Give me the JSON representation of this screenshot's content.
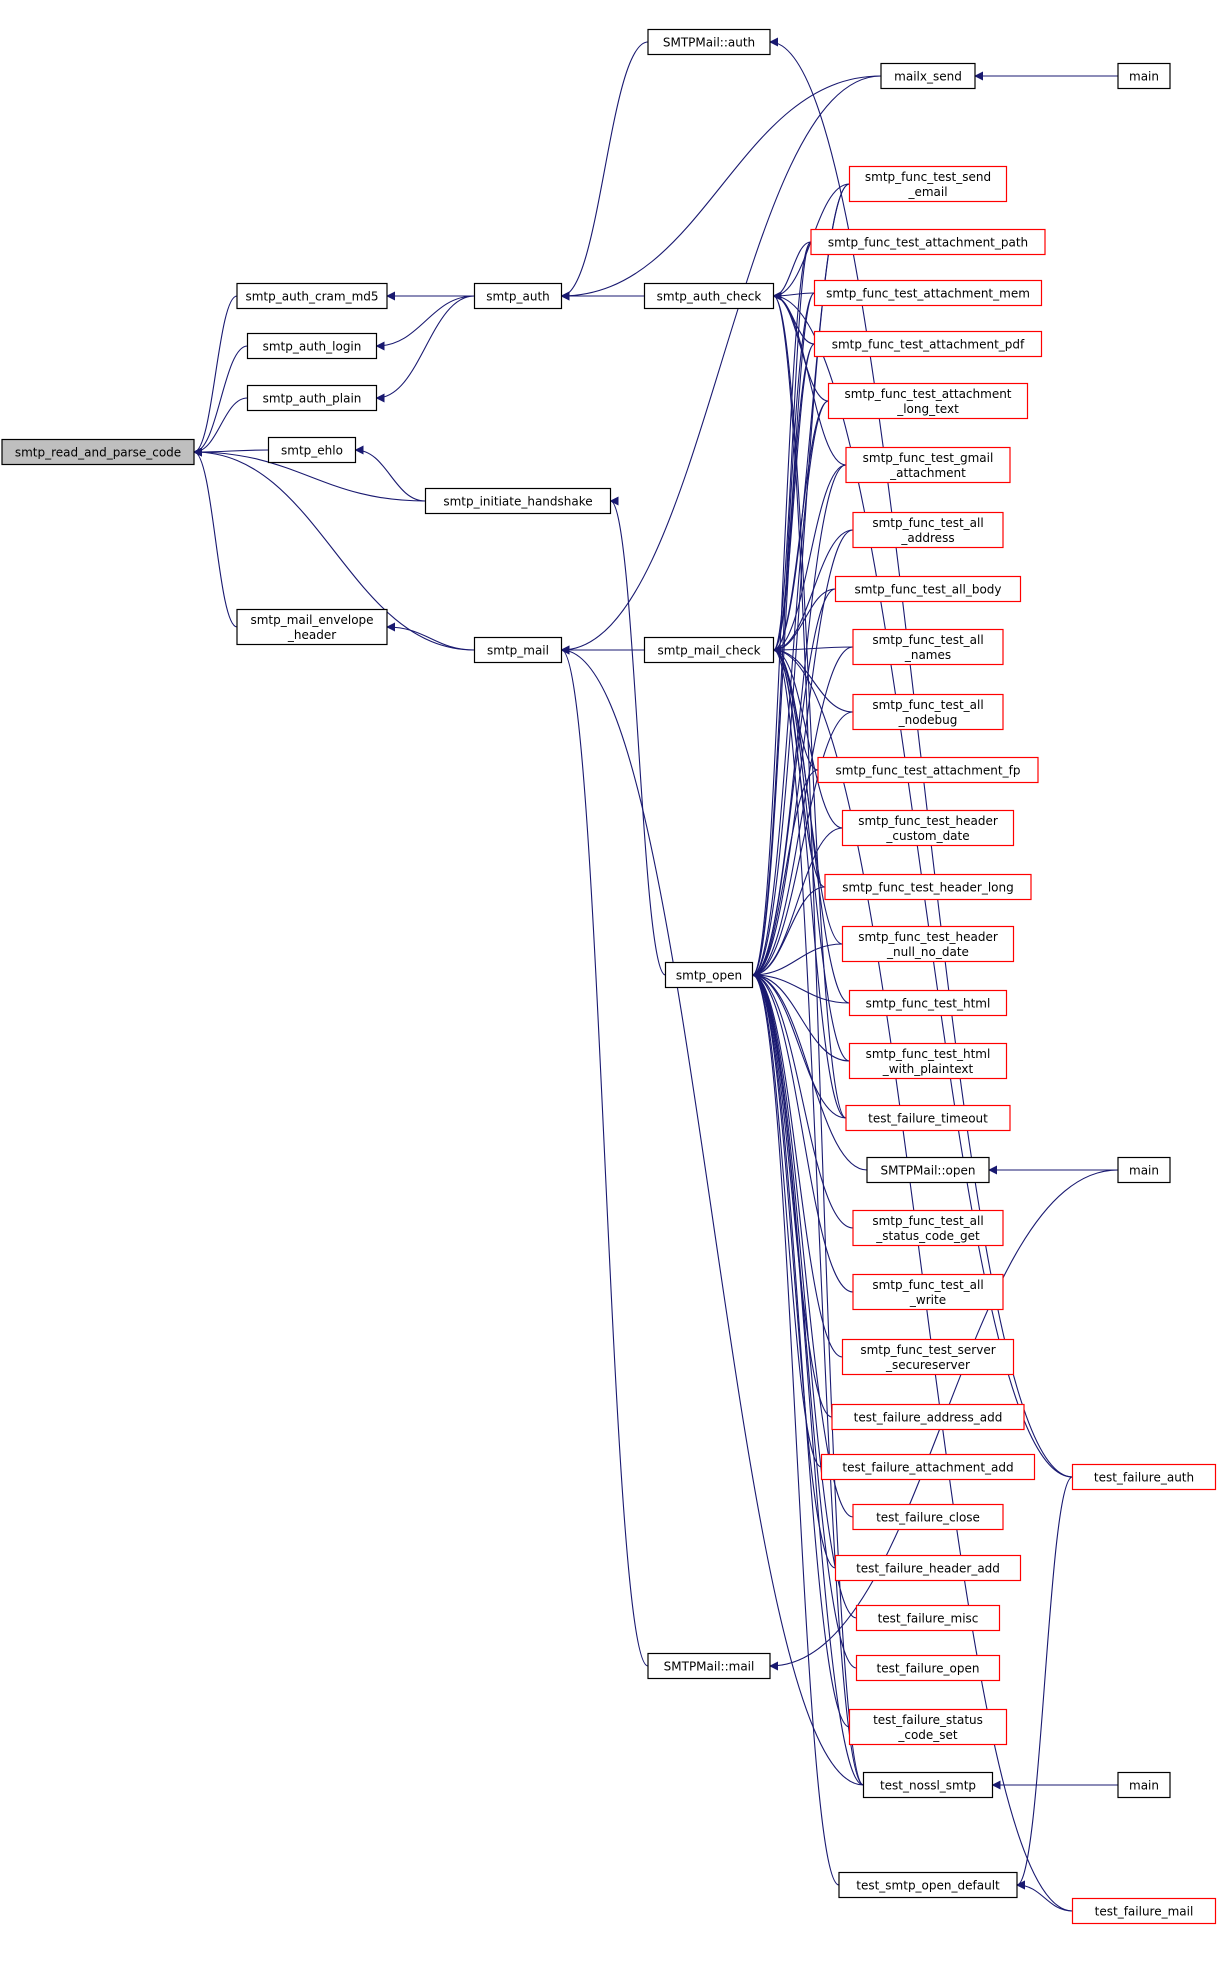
{
  "colors": {
    "edge": "#191970",
    "node_border": "#000000",
    "node_red_border": "#ff0000",
    "node_fill": "#ffffff",
    "root_fill": "#bfbfbf",
    "text": "#000000"
  },
  "nodes": [
    {
      "id": "root",
      "lines": [
        "smtp_read_and_parse_code"
      ],
      "style": "root"
    },
    {
      "id": "cram",
      "lines": [
        "smtp_auth_cram_md5"
      ],
      "style": "black"
    },
    {
      "id": "login",
      "lines": [
        "smtp_auth_login"
      ],
      "style": "black"
    },
    {
      "id": "plain",
      "lines": [
        "smtp_auth_plain"
      ],
      "style": "black"
    },
    {
      "id": "ehlo",
      "lines": [
        "smtp_ehlo"
      ],
      "style": "black"
    },
    {
      "id": "handshake",
      "lines": [
        "smtp_initiate_handshake"
      ],
      "style": "black"
    },
    {
      "id": "envelope",
      "lines": [
        "smtp_mail_envelope",
        "_header"
      ],
      "style": "black"
    },
    {
      "id": "auth",
      "lines": [
        "smtp_auth"
      ],
      "style": "black"
    },
    {
      "id": "mail",
      "lines": [
        "smtp_mail"
      ],
      "style": "black"
    },
    {
      "id": "authcheck",
      "lines": [
        "smtp_auth_check"
      ],
      "style": "black"
    },
    {
      "id": "mailcheck",
      "lines": [
        "smtp_mail_check"
      ],
      "style": "black"
    },
    {
      "id": "open",
      "lines": [
        "smtp_open"
      ],
      "style": "black"
    },
    {
      "id": "mauth",
      "lines": [
        "SMTPMail::auth"
      ],
      "style": "black"
    },
    {
      "id": "mmail",
      "lines": [
        "SMTPMail::mail"
      ],
      "style": "black"
    },
    {
      "id": "mailx",
      "lines": [
        "mailx_send"
      ],
      "style": "black"
    },
    {
      "id": "sendemail",
      "lines": [
        "smtp_func_test_send",
        "_email"
      ],
      "style": "red"
    },
    {
      "id": "attpath",
      "lines": [
        "smtp_func_test_attachment_path"
      ],
      "style": "red"
    },
    {
      "id": "attmem",
      "lines": [
        "smtp_func_test_attachment_mem"
      ],
      "style": "red"
    },
    {
      "id": "attpdf",
      "lines": [
        "smtp_func_test_attachment_pdf"
      ],
      "style": "red"
    },
    {
      "id": "attlong",
      "lines": [
        "smtp_func_test_attachment",
        "_long_text"
      ],
      "style": "red"
    },
    {
      "id": "gmail",
      "lines": [
        "smtp_func_test_gmail",
        "_attachment"
      ],
      "style": "red"
    },
    {
      "id": "alladdr",
      "lines": [
        "smtp_func_test_all",
        "_address"
      ],
      "style": "red"
    },
    {
      "id": "allbody",
      "lines": [
        "smtp_func_test_all_body"
      ],
      "style": "red"
    },
    {
      "id": "allnames",
      "lines": [
        "smtp_func_test_all",
        "_names"
      ],
      "style": "red"
    },
    {
      "id": "allnodebug",
      "lines": [
        "smtp_func_test_all",
        "_nodebug"
      ],
      "style": "red"
    },
    {
      "id": "attfp",
      "lines": [
        "smtp_func_test_attachment_fp"
      ],
      "style": "red"
    },
    {
      "id": "hdrcustom",
      "lines": [
        "smtp_func_test_header",
        "_custom_date"
      ],
      "style": "red"
    },
    {
      "id": "hdrlong",
      "lines": [
        "smtp_func_test_header_long"
      ],
      "style": "red"
    },
    {
      "id": "hdrnull",
      "lines": [
        "smtp_func_test_header",
        "_null_no_date"
      ],
      "style": "red"
    },
    {
      "id": "html",
      "lines": [
        "smtp_func_test_html"
      ],
      "style": "red"
    },
    {
      "id": "htmlplain",
      "lines": [
        "smtp_func_test_html",
        "_with_plaintext"
      ],
      "style": "red"
    },
    {
      "id": "timeout",
      "lines": [
        "test_failure_timeout"
      ],
      "style": "red"
    },
    {
      "id": "mopen",
      "lines": [
        "SMTPMail::open"
      ],
      "style": "black"
    },
    {
      "id": "statusget",
      "lines": [
        "smtp_func_test_all",
        "_status_code_get"
      ],
      "style": "red"
    },
    {
      "id": "allwrite",
      "lines": [
        "smtp_func_test_all",
        "_write"
      ],
      "style": "red"
    },
    {
      "id": "secure",
      "lines": [
        "smtp_func_test_server",
        "_secureserver"
      ],
      "style": "red"
    },
    {
      "id": "addradd",
      "lines": [
        "test_failure_address_add"
      ],
      "style": "red"
    },
    {
      "id": "attadd",
      "lines": [
        "test_failure_attachment_add"
      ],
      "style": "red"
    },
    {
      "id": "close",
      "lines": [
        "test_failure_close"
      ],
      "style": "red"
    },
    {
      "id": "hdradd",
      "lines": [
        "test_failure_header_add"
      ],
      "style": "red"
    },
    {
      "id": "misc",
      "lines": [
        "test_failure_misc"
      ],
      "style": "red"
    },
    {
      "id": "fopen",
      "lines": [
        "test_failure_open"
      ],
      "style": "red"
    },
    {
      "id": "statusset",
      "lines": [
        "test_failure_status",
        "_code_set"
      ],
      "style": "red"
    },
    {
      "id": "nossl",
      "lines": [
        "test_nossl_smtp"
      ],
      "style": "black"
    },
    {
      "id": "opendef",
      "lines": [
        "test_smtp_open_default"
      ],
      "style": "black"
    },
    {
      "id": "main1",
      "lines": [
        "main"
      ],
      "style": "black"
    },
    {
      "id": "main2",
      "lines": [
        "main"
      ],
      "style": "black"
    },
    {
      "id": "main3",
      "lines": [
        "main"
      ],
      "style": "black"
    },
    {
      "id": "fauth",
      "lines": [
        "test_failure_auth"
      ],
      "style": "red"
    },
    {
      "id": "fmail",
      "lines": [
        "test_failure_mail"
      ],
      "style": "red"
    }
  ],
  "edges": [
    [
      "root",
      "cram"
    ],
    [
      "root",
      "login"
    ],
    [
      "root",
      "plain"
    ],
    [
      "root",
      "ehlo"
    ],
    [
      "root",
      "handshake"
    ],
    [
      "root",
      "envelope"
    ],
    [
      "root",
      "mail"
    ],
    [
      "cram",
      "auth"
    ],
    [
      "login",
      "auth"
    ],
    [
      "plain",
      "auth"
    ],
    [
      "ehlo",
      "handshake"
    ],
    [
      "envelope",
      "mail"
    ],
    [
      "auth",
      "authcheck"
    ],
    [
      "auth",
      "mauth"
    ],
    [
      "auth",
      "mailx"
    ],
    [
      "handshake",
      "open"
    ],
    [
      "mail",
      "mailcheck"
    ],
    [
      "mail",
      "mmail"
    ],
    [
      "mail",
      "mailx"
    ],
    [
      "mail",
      "nossl"
    ],
    [
      "authcheck",
      "sendemail"
    ],
    [
      "authcheck",
      "attpath"
    ],
    [
      "authcheck",
      "attmem"
    ],
    [
      "authcheck",
      "attpdf"
    ],
    [
      "authcheck",
      "attlong"
    ],
    [
      "authcheck",
      "gmail"
    ],
    [
      "authcheck",
      "timeout"
    ],
    [
      "authcheck",
      "nossl"
    ],
    [
      "authcheck",
      "fauth"
    ],
    [
      "mailcheck",
      "sendemail"
    ],
    [
      "mailcheck",
      "attpath"
    ],
    [
      "mailcheck",
      "attmem"
    ],
    [
      "mailcheck",
      "attpdf"
    ],
    [
      "mailcheck",
      "attlong"
    ],
    [
      "mailcheck",
      "gmail"
    ],
    [
      "mailcheck",
      "alladdr"
    ],
    [
      "mailcheck",
      "allbody"
    ],
    [
      "mailcheck",
      "allnames"
    ],
    [
      "mailcheck",
      "allnodebug"
    ],
    [
      "mailcheck",
      "attfp"
    ],
    [
      "mailcheck",
      "hdrcustom"
    ],
    [
      "mailcheck",
      "hdrlong"
    ],
    [
      "mailcheck",
      "hdrnull"
    ],
    [
      "mailcheck",
      "html"
    ],
    [
      "mailcheck",
      "htmlplain"
    ],
    [
      "mailcheck",
      "timeout"
    ],
    [
      "mailcheck",
      "nossl"
    ],
    [
      "mailcheck",
      "fmail"
    ],
    [
      "open",
      "sendemail"
    ],
    [
      "open",
      "attpath"
    ],
    [
      "open",
      "attmem"
    ],
    [
      "open",
      "attpdf"
    ],
    [
      "open",
      "attlong"
    ],
    [
      "open",
      "gmail"
    ],
    [
      "open",
      "alladdr"
    ],
    [
      "open",
      "allbody"
    ],
    [
      "open",
      "allnames"
    ],
    [
      "open",
      "allnodebug"
    ],
    [
      "open",
      "attfp"
    ],
    [
      "open",
      "hdrcustom"
    ],
    [
      "open",
      "hdrlong"
    ],
    [
      "open",
      "hdrnull"
    ],
    [
      "open",
      "html"
    ],
    [
      "open",
      "htmlplain"
    ],
    [
      "open",
      "timeout"
    ],
    [
      "open",
      "mopen"
    ],
    [
      "open",
      "statusget"
    ],
    [
      "open",
      "allwrite"
    ],
    [
      "open",
      "secure"
    ],
    [
      "open",
      "addradd"
    ],
    [
      "open",
      "attadd"
    ],
    [
      "open",
      "close"
    ],
    [
      "open",
      "hdradd"
    ],
    [
      "open",
      "misc"
    ],
    [
      "open",
      "fopen"
    ],
    [
      "open",
      "statusset"
    ],
    [
      "open",
      "nossl"
    ],
    [
      "open",
      "opendef"
    ],
    [
      "mauth",
      "fauth"
    ],
    [
      "mmail",
      "main2"
    ],
    [
      "mailx",
      "main1"
    ],
    [
      "mopen",
      "main2"
    ],
    [
      "nossl",
      "main3"
    ],
    [
      "opendef",
      "fauth"
    ],
    [
      "opendef",
      "fmail"
    ]
  ]
}
